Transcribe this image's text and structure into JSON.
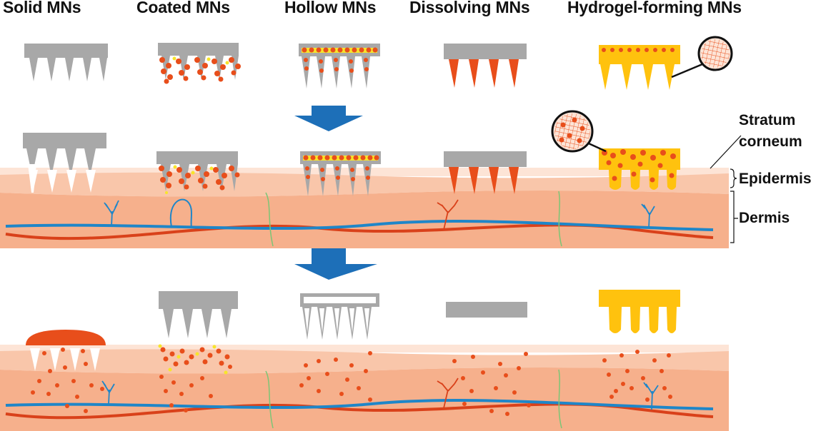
{
  "headers": {
    "solid": "Solid MNs",
    "coated": "Coated MNs",
    "hollow": "Hollow MNs",
    "dissolving": "Dissolving MNs",
    "hydrogel": "Hydrogel-forming MNs"
  },
  "skin_layers": {
    "stratum_corneum": [
      "Stratum",
      "corneum"
    ],
    "epidermis": "Epidermis",
    "dermis": "Dermis"
  },
  "colors": {
    "needle_gray": "#a8a8a8",
    "drug_red": "#e84e1b",
    "hydrogel_yellow": "#ffc20e",
    "coating_yellow": "#f7e52a",
    "skin_stratum": "#fde4d6",
    "skin_epidermis": "#f9c6aa",
    "skin_dermis": "#f6b08c",
    "vessel_blue": "#1f86c8",
    "vessel_red": "#d9411a",
    "arrow_blue": "#1d6fb8"
  },
  "icons": [
    "down-arrow-icon",
    "zoom-lens-icon"
  ]
}
